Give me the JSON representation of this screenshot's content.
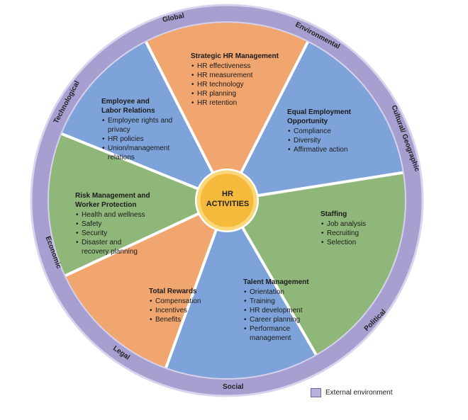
{
  "diagram": {
    "colors": {
      "ring": "#a79fd0",
      "ring_edge": "#d9d4ee",
      "blue": "#7ea3da",
      "orange": "#f1a56f",
      "green": "#8fb77a",
      "hub": "#f5b93b",
      "divider": "#ffffff"
    },
    "hub": {
      "line1": "HR",
      "line2": "ACTIVITIES"
    },
    "segments": [
      {
        "id": "strategic",
        "color": "orange",
        "title": "Strategic HR Management",
        "items": [
          "HR effectiveness",
          "HR measurement",
          "HR technology",
          "HR planning",
          "HR retention"
        ]
      },
      {
        "id": "eeo",
        "color": "blue",
        "title": "Equal Employment\nOpportunity",
        "items": [
          "Compliance",
          "Diversity",
          "Affirmative action"
        ]
      },
      {
        "id": "staffing",
        "color": "green",
        "title": "Staffing",
        "items": [
          "Job analysis",
          "Recruiting",
          "Selection"
        ]
      },
      {
        "id": "talent",
        "color": "blue",
        "title": "Talent Management",
        "items": [
          "Orientation",
          "Training",
          "HR development",
          "Career planning",
          "Performance\nmanagement"
        ]
      },
      {
        "id": "rewards",
        "color": "orange",
        "title": "Total Rewards",
        "items": [
          "Compensation",
          "Incentives",
          "Benefits"
        ]
      },
      {
        "id": "risk",
        "color": "green",
        "title": "Risk Management and\nWorker Protection",
        "items": [
          "Health and wellness",
          "Safety",
          "Security",
          "Disaster and\nrecovery planning"
        ]
      },
      {
        "id": "relations",
        "color": "blue",
        "title": "Employee and\nLabor Relations",
        "items": [
          "Employee rights and\nprivacy",
          "HR policies",
          "Union/management\nrelations"
        ]
      }
    ],
    "environment": [
      "Global",
      "Environmental",
      "Cultural/ Geographic",
      "Political",
      "Social",
      "Legal",
      "Economic",
      "Technological"
    ],
    "legend": {
      "label": "External environment"
    }
  }
}
